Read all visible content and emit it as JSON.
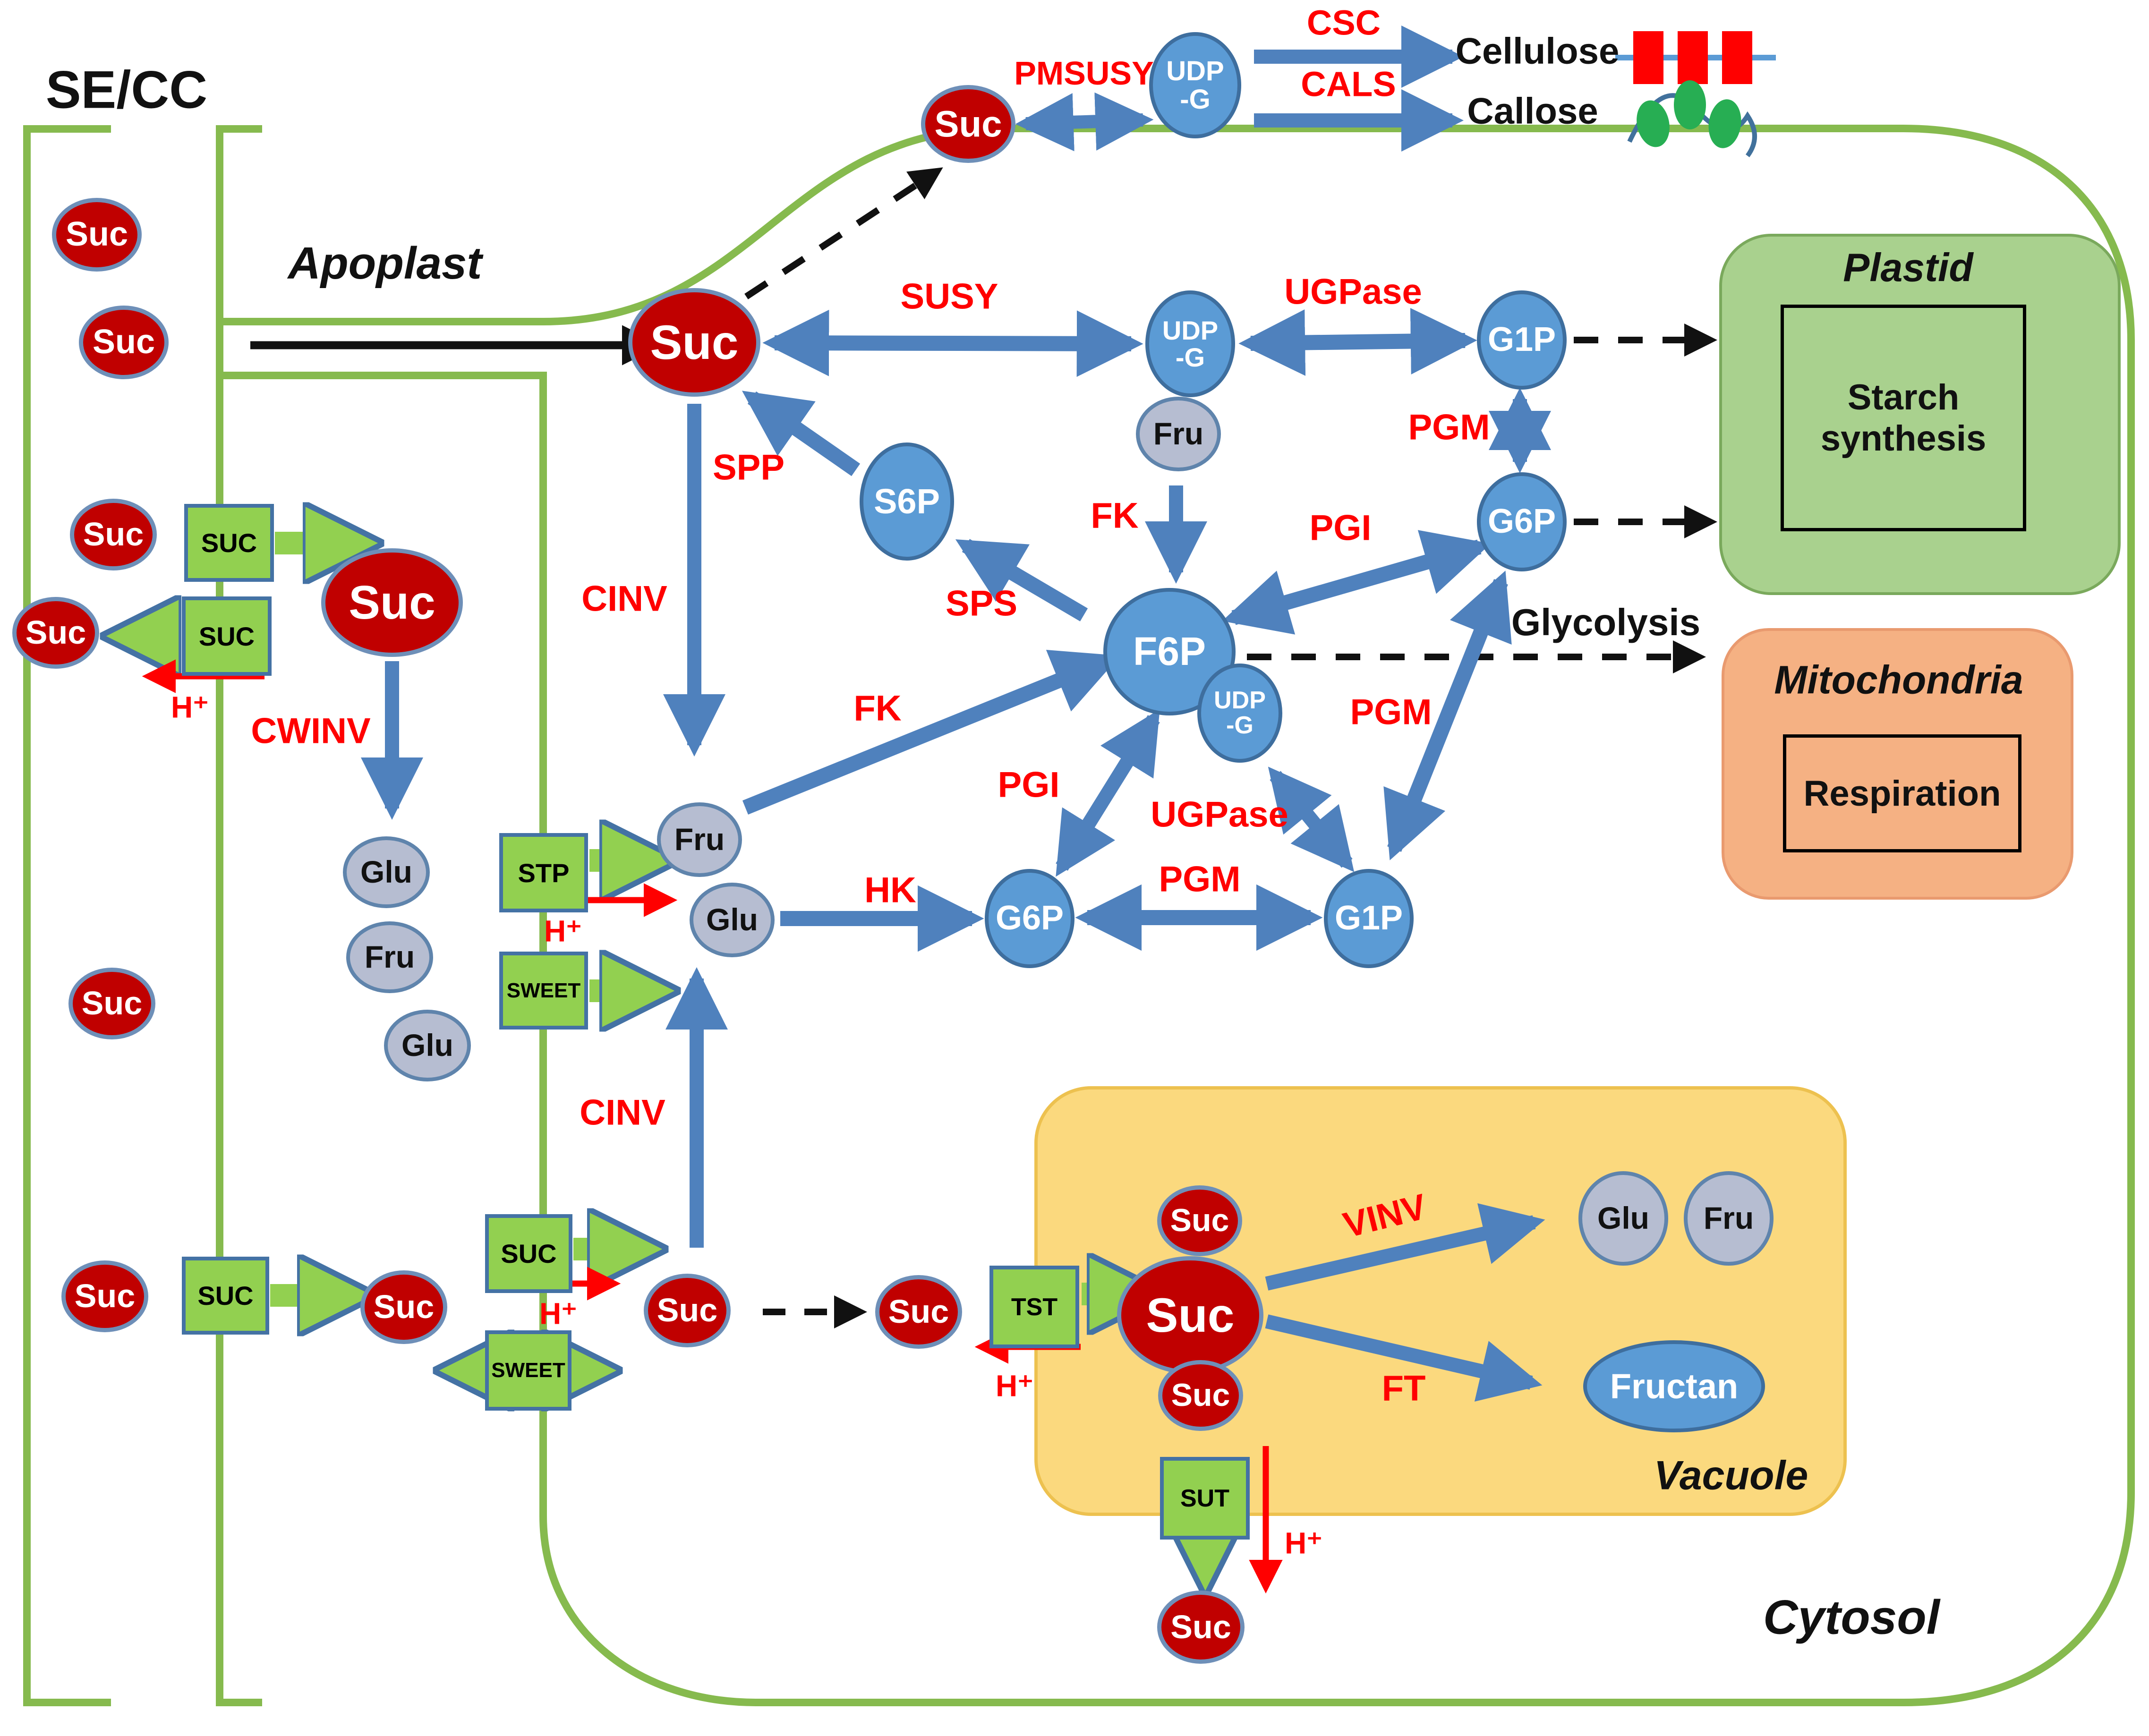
{
  "regions": {
    "se_cc": "SE/CC",
    "apoplast": "Apoplast",
    "plastid": "Plastid",
    "starch_synthesis": "Starch synthesis",
    "mitochondria": "Mitochondria",
    "respiration": "Respiration",
    "vacuole": "Vacuole",
    "cytosol": "Cytosol"
  },
  "pathways": {
    "glycolysis": "Glycolysis",
    "cellulose": "Cellulose",
    "callose": "Callose"
  },
  "metabolites": {
    "suc": "Suc",
    "udp_l1": "UDP",
    "udp_l2": "-G",
    "fru": "Fru",
    "glu": "Glu",
    "s6p": "S6P",
    "f6p": "F6P",
    "g1p": "G1P",
    "g6p": "G6P",
    "fructan": "Fructan"
  },
  "enzymes": {
    "pmsusy": "PMSUSY",
    "csc": "CSC",
    "cals": "CALS",
    "susy": "SUSY",
    "ugpase": "UGPase",
    "pgm": "PGM",
    "spp": "SPP",
    "sps": "SPS",
    "fk": "FK",
    "pgi": "PGI",
    "cinv": "CINV",
    "cwinv": "CWINV",
    "hk": "HK",
    "vinv": "VINV",
    "ft": "FT"
  },
  "transporters": {
    "suc": "SUC",
    "stp": "STP",
    "sweet": "SWEET",
    "tst": "TST",
    "sut": "SUT"
  },
  "ions": {
    "proton": "H⁺"
  },
  "colors": {
    "suc_fill": "#C00000",
    "metabolite_fill": "#5B9BD5",
    "hexose_fill": "#B6BDD1",
    "transporter_fill": "#92D050",
    "membrane": "#86BA4E",
    "vacuole_fill": "#FBD97E",
    "plastid_fill": "#A9D18E",
    "mitochondria_fill": "#F5B183",
    "enzyme_text": "#FF0000",
    "arrow_blue": "#4F81BD"
  }
}
